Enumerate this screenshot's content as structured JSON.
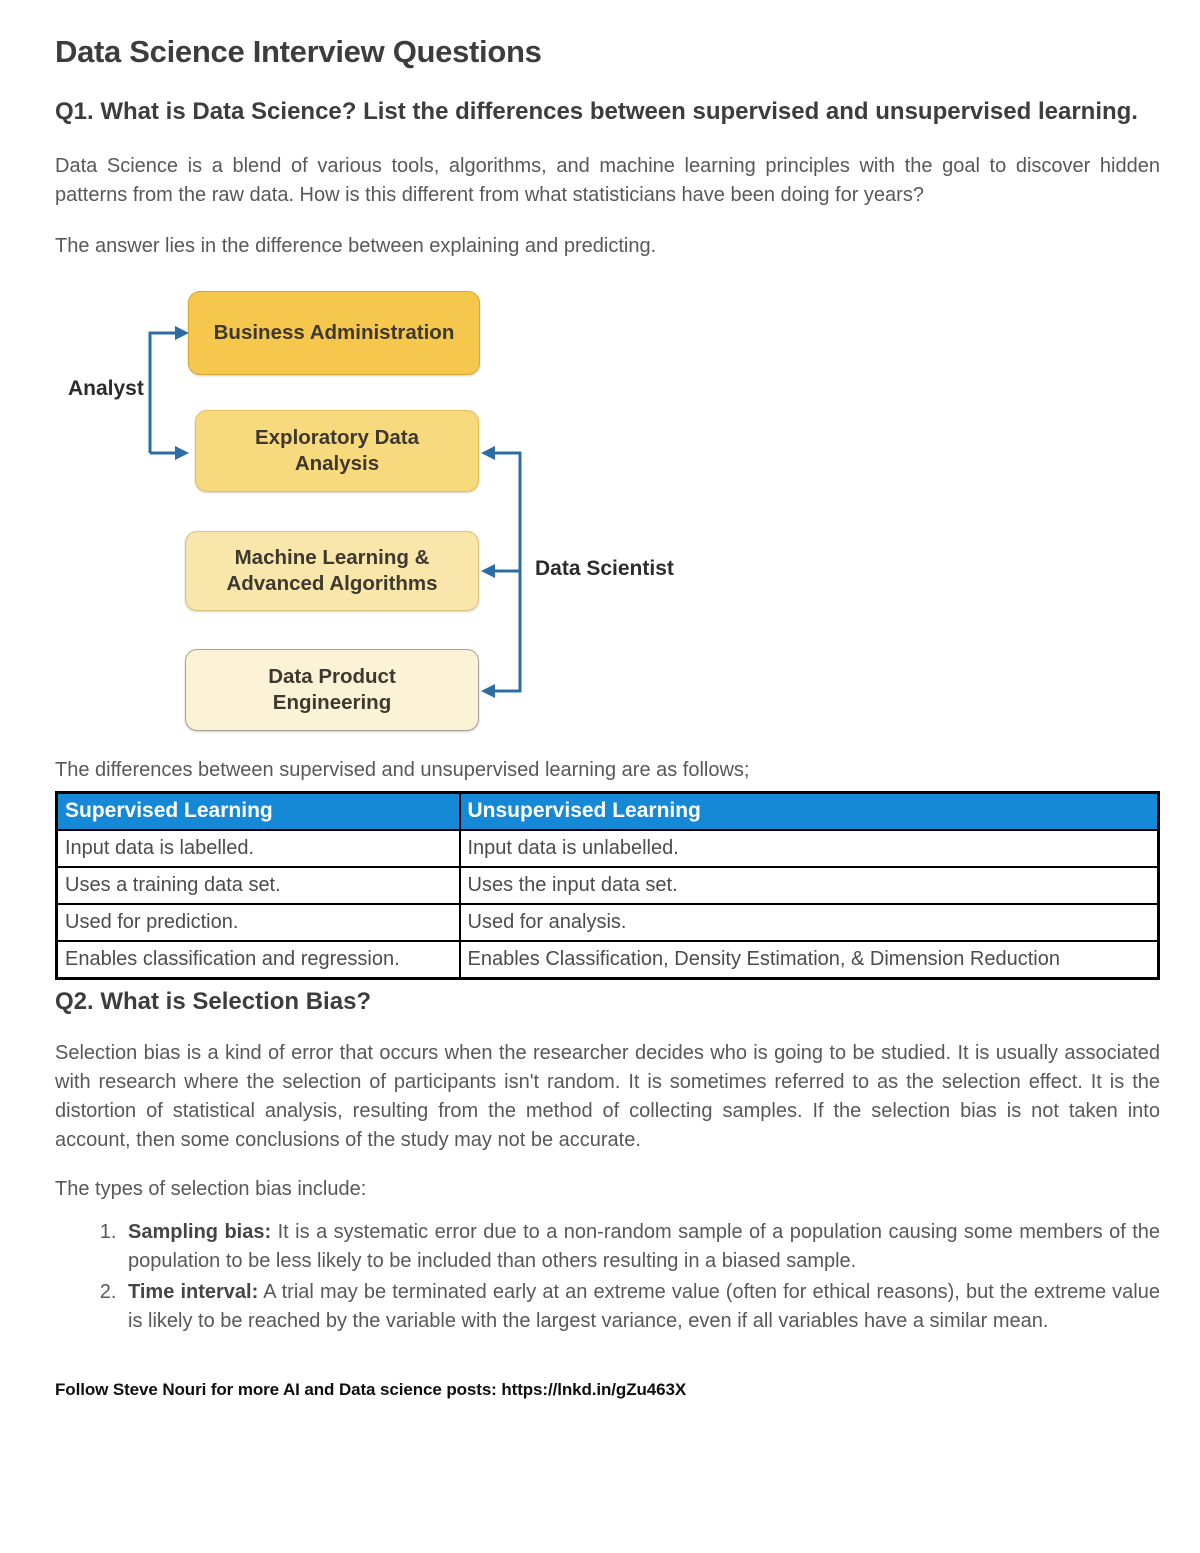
{
  "title": "Data Science Interview Questions",
  "q1": {
    "heading": "Q1. What is Data Science? List the differences between supervised and unsupervised learning.",
    "para1": "Data Science is a blend of various tools, algorithms, and machine learning principles with the goal to discover hidden patterns from the raw data. How is this different from what statisticians have been doing for years?",
    "para2": "The answer lies in the difference between explaining and predicting."
  },
  "diagram": {
    "analyst_label": "Analyst",
    "data_scientist_label": "Data Scientist",
    "arrow_color": "#2e6da4",
    "boxes": [
      {
        "label": "Business Administration",
        "fill": "#f6c74d"
      },
      {
        "label": "Exploratory Data Analysis",
        "fill": "#f8da7e"
      },
      {
        "label": "Machine Learning & Advanced Algorithms",
        "fill": "#f9e6aa"
      },
      {
        "label": "Data Product Engineering",
        "fill": "#fcf3d7"
      }
    ]
  },
  "table_intro": "The differences between supervised and unsupervised learning are as follows;",
  "table": {
    "header_bg": "#1589d6",
    "headers": [
      "Supervised Learning",
      "Unsupervised Learning"
    ],
    "rows": [
      [
        "Input data is labelled.",
        "Input data is unlabelled."
      ],
      [
        "Uses a training data set.",
        "Uses the input data set."
      ],
      [
        "Used for prediction.",
        "Used for analysis."
      ],
      [
        "Enables classification and regression.",
        "Enables Classification, Density Estimation, & Dimension Reduction"
      ]
    ]
  },
  "q2": {
    "heading": "Q2. What is Selection Bias?",
    "para": "Selection bias is a kind of error that occurs when the researcher decides who is going to be studied. It is usually associated with research where the selection of participants isn't random. It is sometimes referred to as the selection effect. It is the distortion of statistical analysis, resulting from the method of collecting samples. If the selection bias is not taken into account, then some conclusions of the study may not be accurate.",
    "types_intro": "The types of selection bias include:",
    "list": [
      {
        "term": "Sampling bias:",
        "text": " It is a systematic error due to a non-random sample of a population causing some members of the population to be less likely to be included than others resulting in a biased sample."
      },
      {
        "term": "Time interval:",
        "text": " A trial may be terminated early at an extreme value (often for ethical reasons), but the extreme value is likely to be reached by the variable with the largest variance, even if all variables have a similar mean."
      }
    ]
  },
  "footer": "Follow Steve Nouri for more AI and Data science posts: https://lnkd.in/gZu463X"
}
